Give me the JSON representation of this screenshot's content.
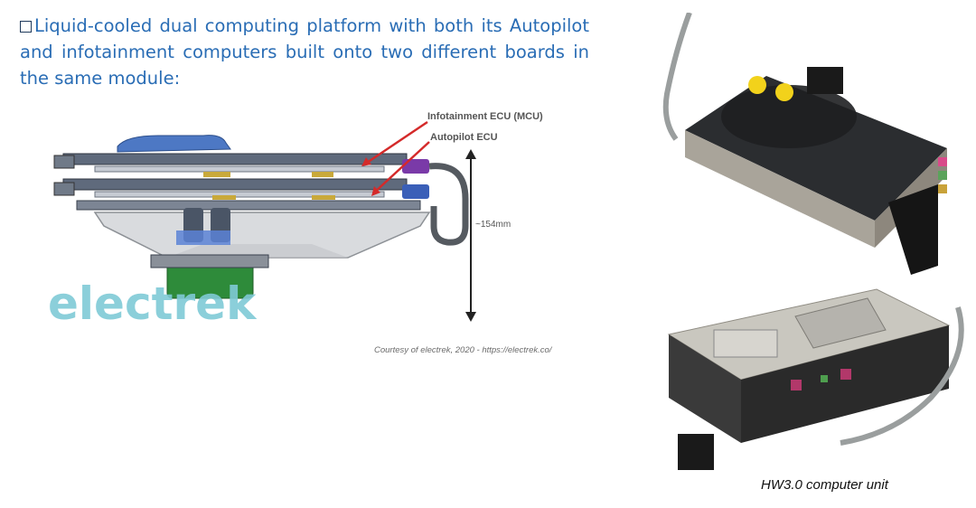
{
  "slide": {
    "title": "Liquid-cooled dual computing platform with both its Autopilot and infotainment computers built onto two different boards in the same module:",
    "bullet_icon": "checkbox-square-icon"
  },
  "left_figure": {
    "label_mcu": "Infotainment ECU (MCU)",
    "label_autopilot": "Autopilot ECU",
    "dimension": "~154mm",
    "watermark": "electrek",
    "courtesy": "Courtesy of electrek, 2020 - https://electrek.co/",
    "colors": {
      "arrow": "#d42a2a",
      "watermark": "#7fcad6",
      "board_blue": "#3b6fb6",
      "green": "#2e8b3a"
    }
  },
  "right_figure": {
    "caption": "HW3.0 computer unit"
  }
}
